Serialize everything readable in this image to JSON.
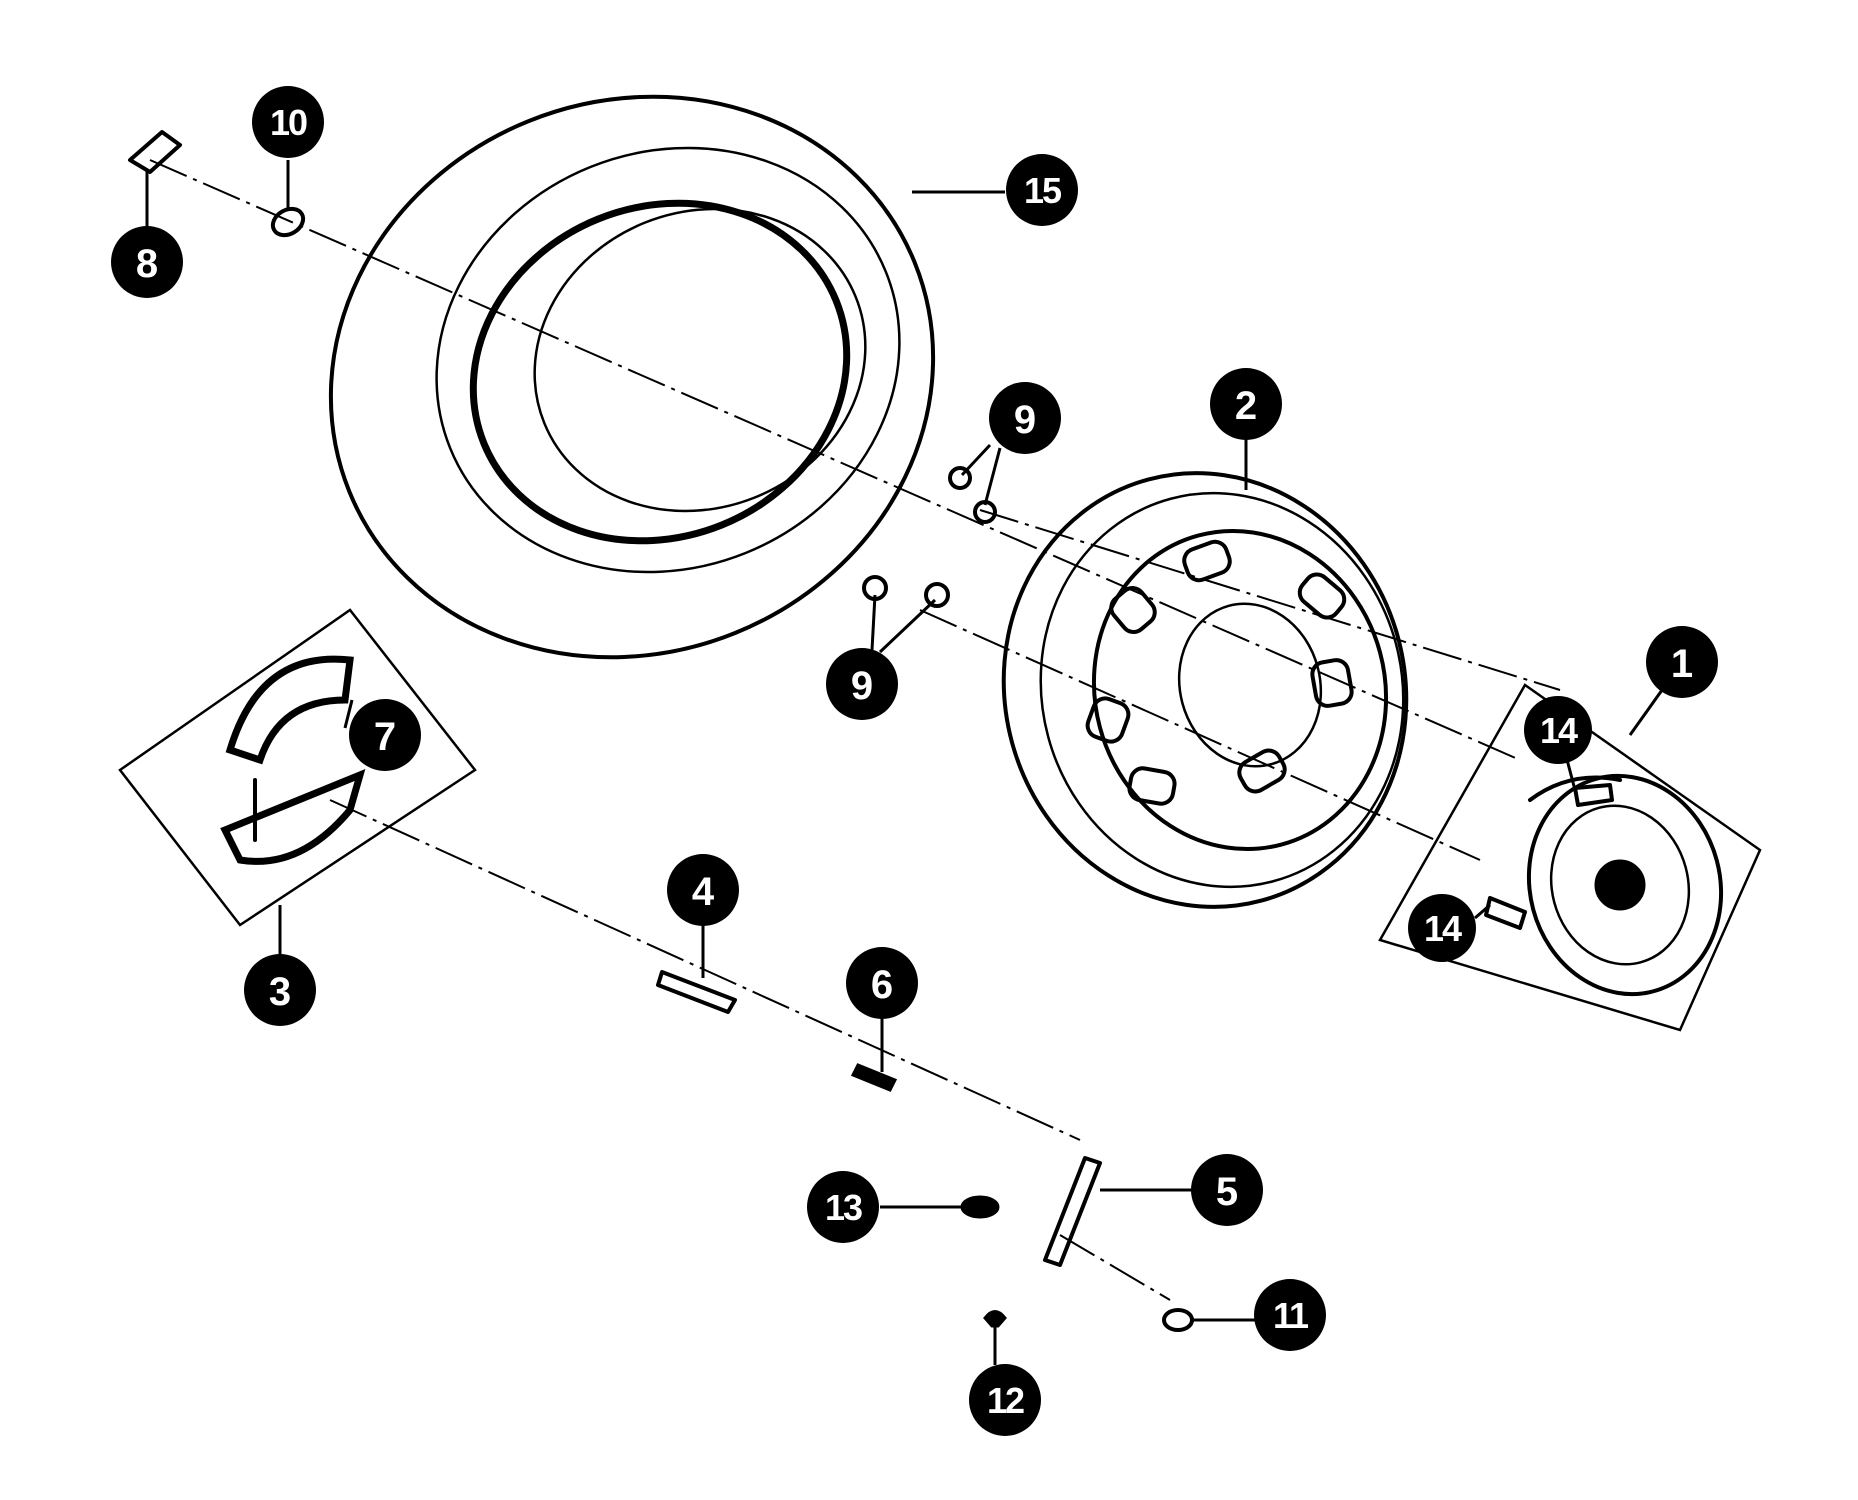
{
  "callouts": {
    "c1": "1",
    "c2": "2",
    "c3": "3",
    "c4": "4",
    "c5": "5",
    "c6": "6",
    "c7": "7",
    "c8": "8",
    "c9a": "9",
    "c9b": "9",
    "c10": "10",
    "c11": "11",
    "c12": "12",
    "c13": "13",
    "c14a": "14",
    "c14b": "14",
    "c15": "15"
  },
  "colors": {
    "ink": "#000000",
    "paper": "#ffffff"
  }
}
